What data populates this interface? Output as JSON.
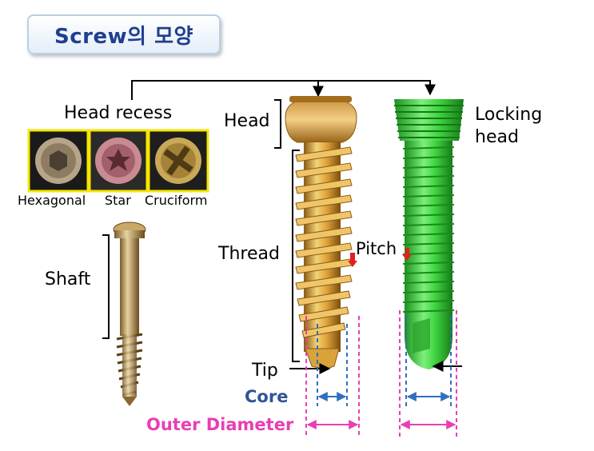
{
  "title": "Screw의 모양",
  "labels": {
    "head_recess": "Head recess",
    "head": "Head",
    "locking_head_line1": "Locking",
    "locking_head_line2": "head",
    "hexagonal": "Hexagonal",
    "star": "Star",
    "cruciform": "Cruciform",
    "shaft": "Shaft",
    "thread": "Thread",
    "pitch": "Pitch",
    "tip": "Tip",
    "core": "Core",
    "outer_diameter": "Outer Diameter"
  },
  "colors": {
    "title_text": "#1f3f8f",
    "core_label": "#2f5597",
    "outer_label": "#e83fb4",
    "core_line": "#2f6fbf",
    "outer_line": "#e83fb4",
    "pitch_arrow": "#e02020",
    "gold_screw": "#d9a23a",
    "locking_screw": "#39d33a",
    "recess_border": "#f5e600"
  },
  "icons": {
    "hexagonal": "hexagonal-recess-icon",
    "star": "star-recess-icon",
    "cruciform": "cruciform-recess-icon"
  }
}
